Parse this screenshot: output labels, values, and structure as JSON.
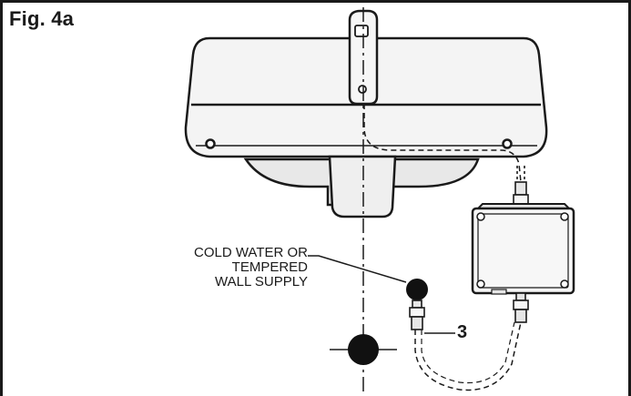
{
  "figure": {
    "label": "Fig. 4a"
  },
  "callout": {
    "line1": "COLD WATER OR",
    "line2": "TEMPERED",
    "line3": "WALL SUPPLY"
  },
  "part_number": "3",
  "colors": {
    "line": "#1a1a1a",
    "fill_light": "#f2f2f2",
    "fill_mid": "#e4e4e4",
    "accent": "#bdbdbd"
  }
}
